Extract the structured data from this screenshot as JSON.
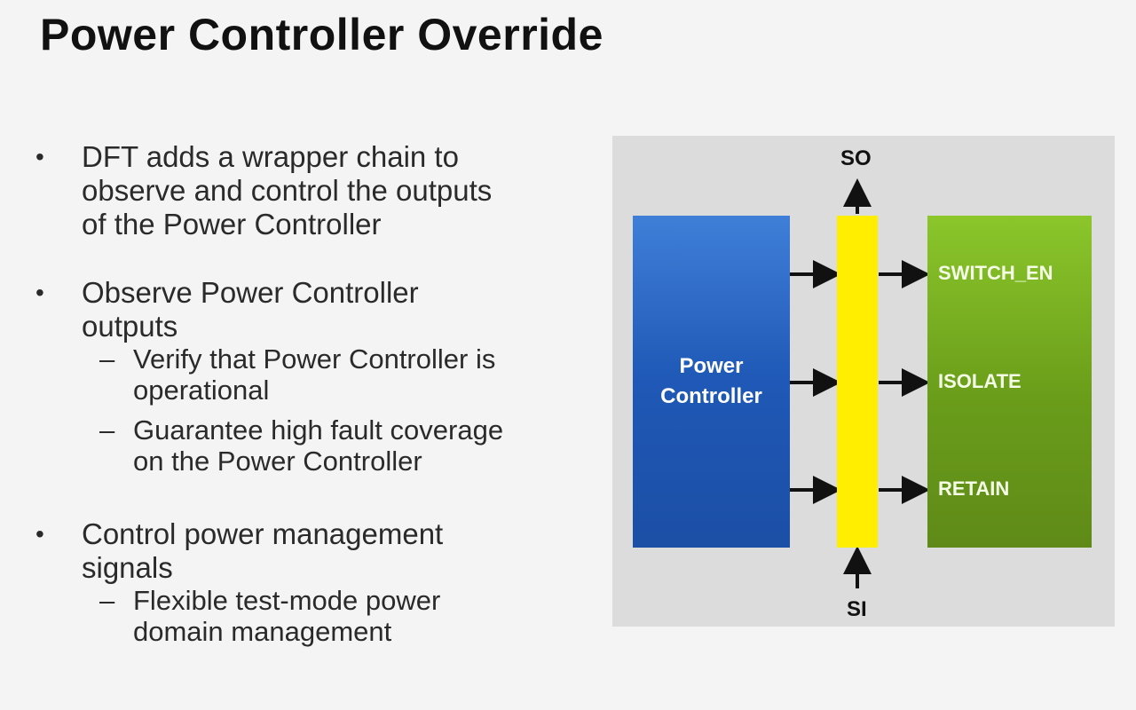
{
  "title": "Power Controller Override",
  "bullets": [
    {
      "text_lines": [
        "DFT adds a wrapper chain to",
        "observe and control the outputs",
        "of the Power Controller"
      ],
      "sub": []
    },
    {
      "text_lines": [
        "Observe Power Controller",
        "outputs"
      ],
      "sub": [
        {
          "lines": [
            "Verify that Power Controller is",
            "operational"
          ]
        },
        {
          "lines": [
            "Guarantee high fault coverage",
            "on the Power Controller"
          ]
        }
      ]
    },
    {
      "text_lines": [
        "Control power management",
        "signals"
      ],
      "sub": [
        {
          "lines": [
            "Flexible test-mode power",
            "domain management"
          ]
        }
      ]
    }
  ],
  "bullet_char": "•",
  "dash_char": "–",
  "diagram": {
    "block_label_lines": [
      "Power",
      "Controller"
    ],
    "so_label": "SO",
    "si_label": "SI",
    "signals": [
      "SWITCH_EN",
      "ISOLATE",
      "RETAIN"
    ]
  }
}
